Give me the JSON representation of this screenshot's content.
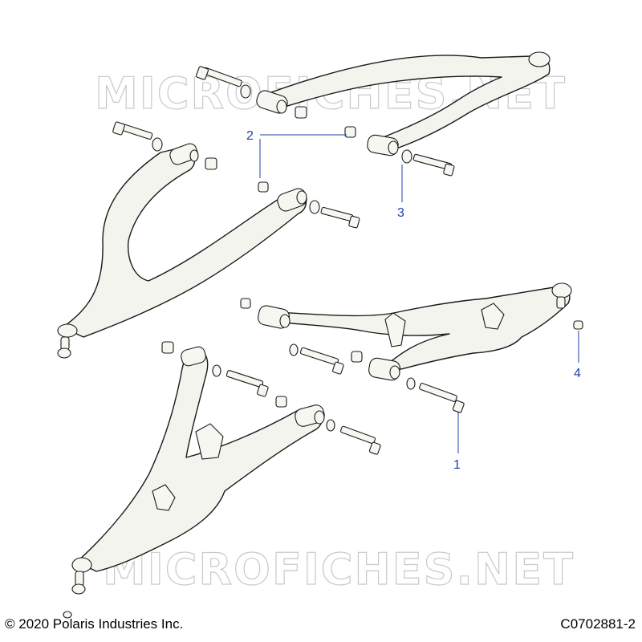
{
  "watermark": "MICROFICHES.NET",
  "callouts": {
    "c1": "1",
    "c2": "2",
    "c3": "3",
    "c4": "4"
  },
  "footer": {
    "copyright": "© 2020 Polaris Industries Inc.",
    "drawing_number": "C0702881-2"
  },
  "colors": {
    "callout": "#1f3fa8",
    "part_fill": "#f4f4ef",
    "outline": "#1a1a1a",
    "watermark": "#c9c9c9"
  }
}
